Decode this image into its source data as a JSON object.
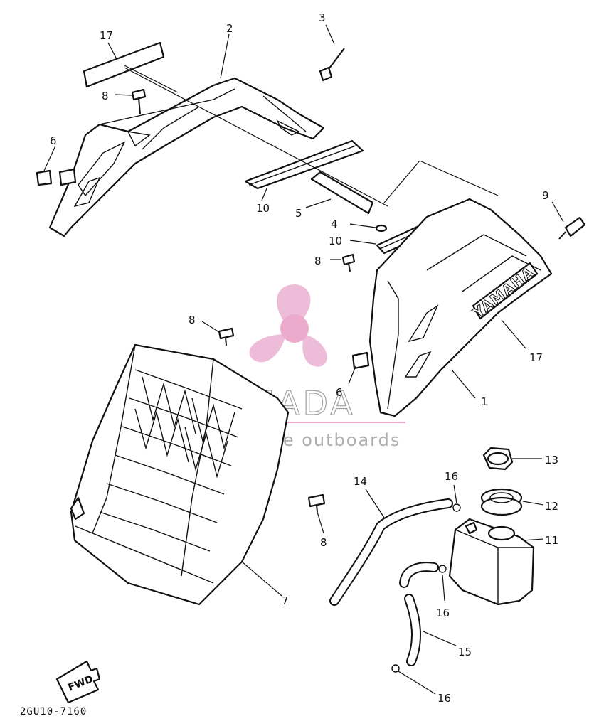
{
  "diagram": {
    "drawing_code": "2GU10-7160",
    "forward_marker": "FWD",
    "brand_decal": "YAMAHA",
    "watermark": {
      "name": "ARMADA",
      "tagline": "marine outboards",
      "logo_color": "#e8a6cc"
    },
    "callouts": [
      {
        "id": "c17a",
        "label": "17"
      },
      {
        "id": "c2",
        "label": "2"
      },
      {
        "id": "c3",
        "label": "3"
      },
      {
        "id": "c8a",
        "label": "8"
      },
      {
        "id": "c6a",
        "label": "6"
      },
      {
        "id": "c10a",
        "label": "10"
      },
      {
        "id": "c5",
        "label": "5"
      },
      {
        "id": "c4",
        "label": "4"
      },
      {
        "id": "c10b",
        "label": "10"
      },
      {
        "id": "c9",
        "label": "9"
      },
      {
        "id": "c8b",
        "label": "8"
      },
      {
        "id": "c17b",
        "label": "17"
      },
      {
        "id": "c8c",
        "label": "8"
      },
      {
        "id": "c6b",
        "label": "6"
      },
      {
        "id": "c1",
        "label": "1"
      },
      {
        "id": "c13",
        "label": "13"
      },
      {
        "id": "c14",
        "label": "14"
      },
      {
        "id": "c16a",
        "label": "16"
      },
      {
        "id": "c12",
        "label": "12"
      },
      {
        "id": "c11",
        "label": "11"
      },
      {
        "id": "c8d",
        "label": "8"
      },
      {
        "id": "c7",
        "label": "7"
      },
      {
        "id": "c16b",
        "label": "16"
      },
      {
        "id": "c15",
        "label": "15"
      },
      {
        "id": "c16c",
        "label": "16"
      }
    ]
  }
}
